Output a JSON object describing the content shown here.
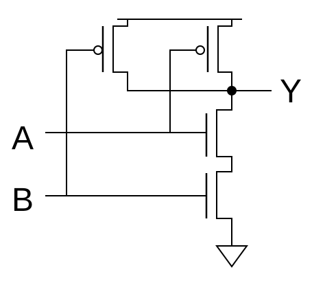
{
  "diagram": {
    "labels": {
      "input_a": "A",
      "input_b": "B",
      "output_y": "Y"
    },
    "colors": {
      "ink": "#000000",
      "background": "#ffffff"
    }
  }
}
